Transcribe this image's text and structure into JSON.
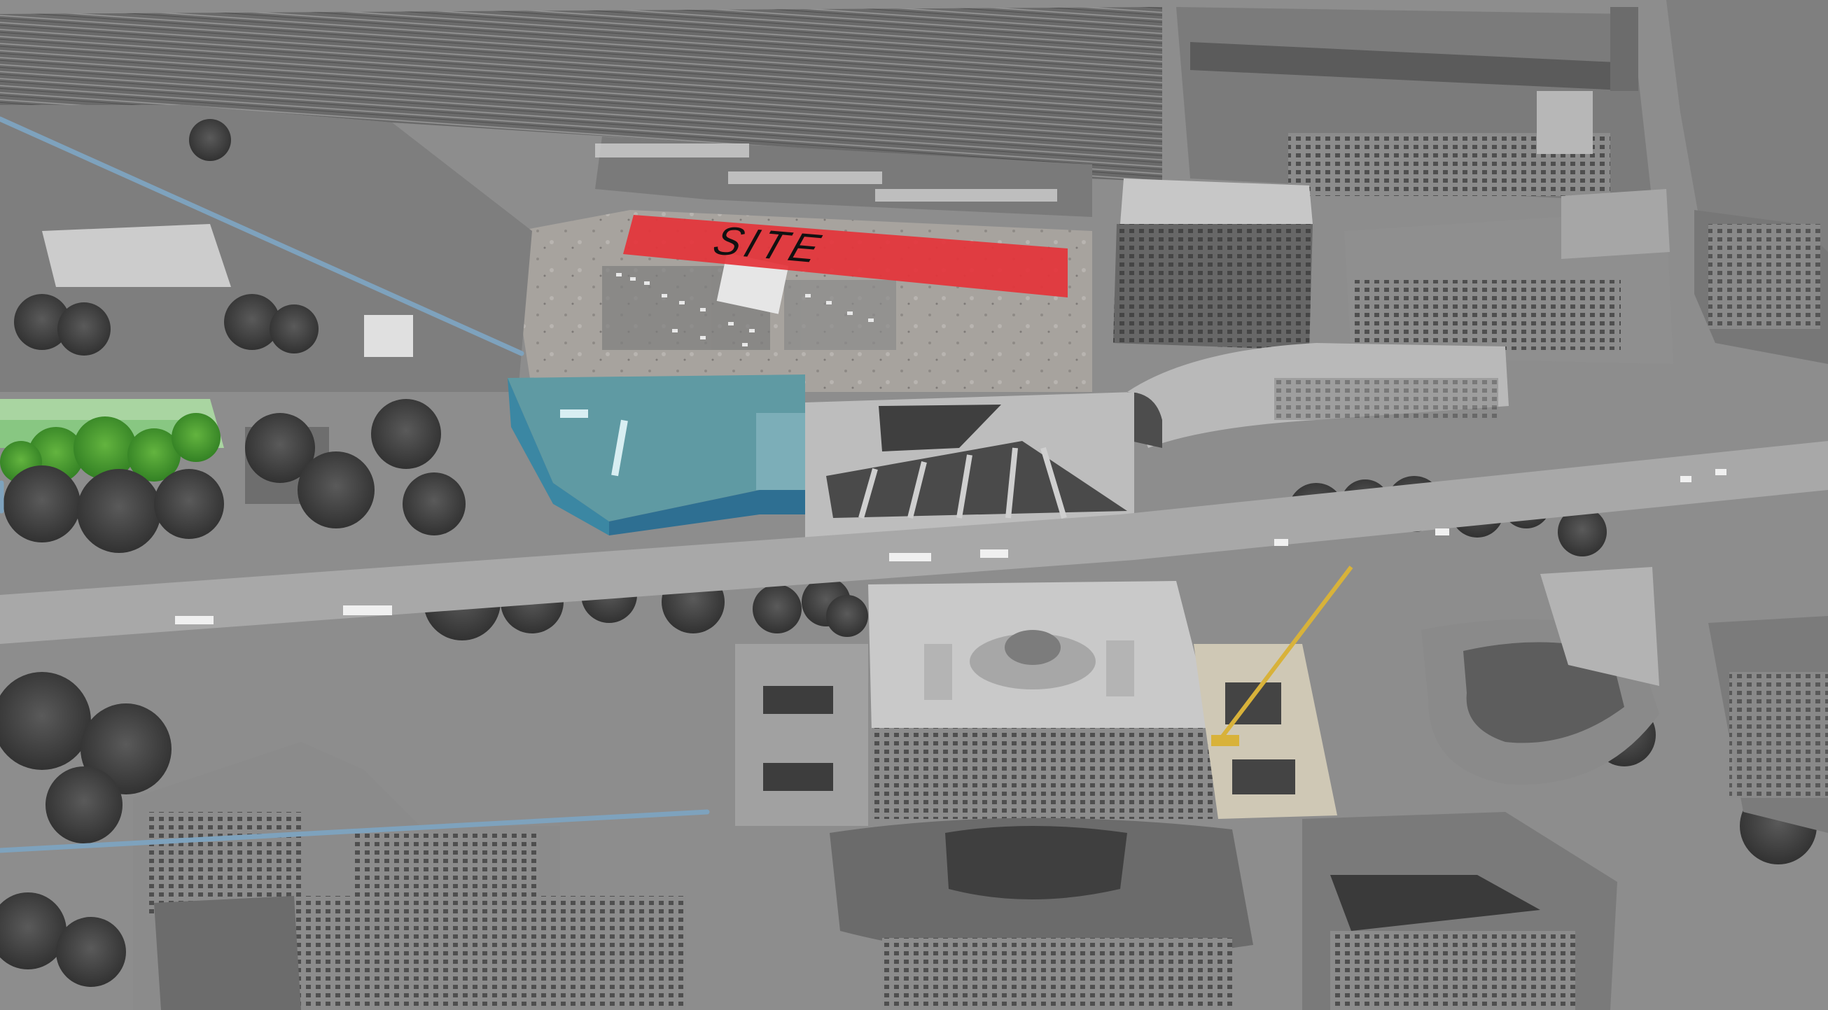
{
  "site_marker": {
    "label": "SITE",
    "fill_color": "#e5333a",
    "text_color": "#111111"
  },
  "colors": {
    "library_roof": "#5f9aa3",
    "library_facade": "#3b87a3",
    "sightline_stroke": "#7ea2bd",
    "park_green": "#3d8f2e",
    "ground": "#8b8b8b",
    "rail_yard": "#6e6e6e"
  },
  "highlighted_features": [
    {
      "name": "library-building",
      "color": "library_facade"
    },
    {
      "name": "park-trees",
      "color": "park_green"
    },
    {
      "name": "greenhouse-roof",
      "color": "park_green"
    },
    {
      "name": "construction-crane",
      "color": "#d8b23a"
    }
  ],
  "photo_style": "aerial-black-and-white-with-color-highlights"
}
